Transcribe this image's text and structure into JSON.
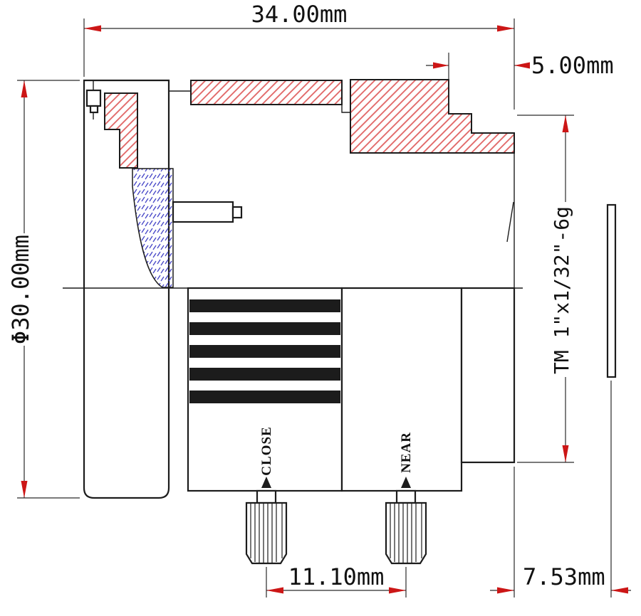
{
  "drawing": {
    "dim_overall_length": "34.00mm",
    "dim_mount_step": "5.00mm",
    "dim_outer_diameter": "Φ30.00mm",
    "thread_spec": "TM 1\"x1/32\"-6g",
    "dim_screw_spacing": "11.10mm",
    "dim_back_focus": "7.53mm",
    "label_focus_close": "CLOSE",
    "label_focus_near": "NEAR"
  },
  "colors": {
    "outline": "#1c1c1c",
    "hatch_red": "#e06262",
    "hatch_blue": "#4a4ac8",
    "dimension_line": "#2a2a2a",
    "arrowhead": "#cc1616",
    "text": "#111111",
    "background": "#ffffff"
  }
}
